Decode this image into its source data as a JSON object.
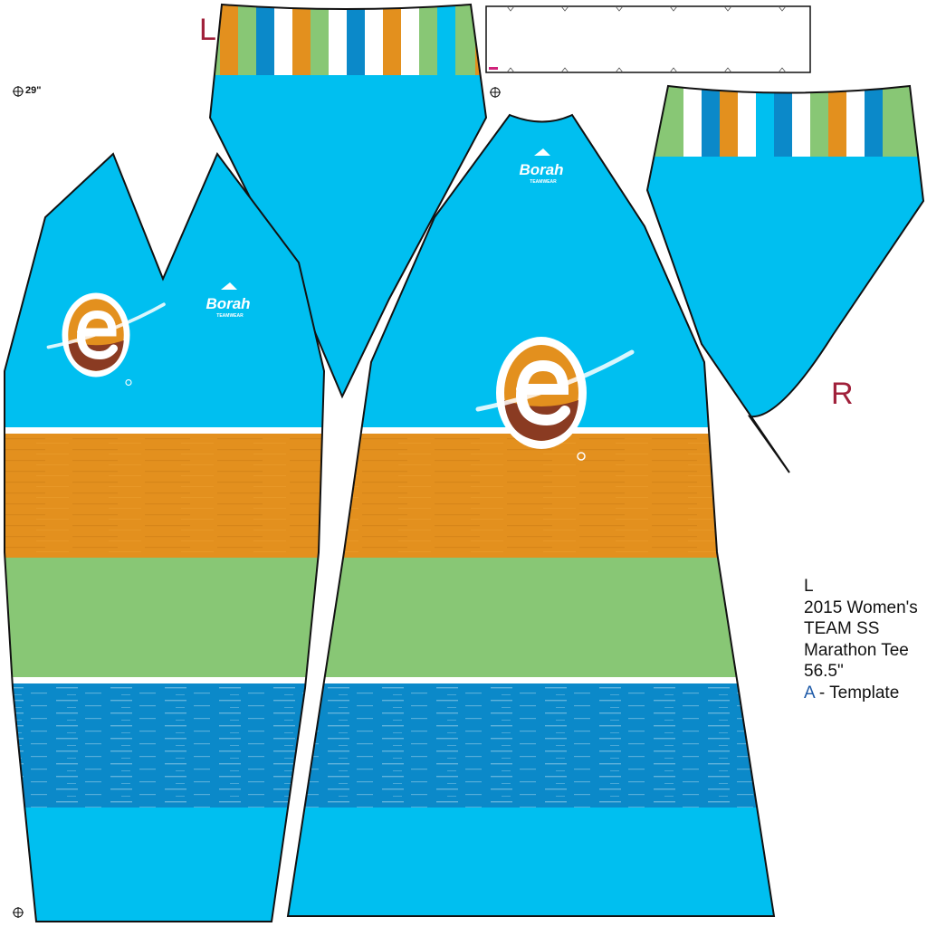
{
  "markers": {
    "left": "L",
    "right": "R"
  },
  "registration": {
    "width_label": "29\""
  },
  "brand": {
    "name": "Borah",
    "sub": "TEAMWEAR"
  },
  "template_info": {
    "size": "L",
    "line1": "2015 Women's",
    "line2": "TEAM SS",
    "line3": "Marathon Tee",
    "line4": "56.5\"",
    "line5_prefix": "A",
    "line5_rest": " - Template"
  },
  "colors": {
    "sky": "#00bff0",
    "orange": "#e3901e",
    "green": "#88c775",
    "blue": "#0b89c9",
    "brown": "#8a3b22",
    "marker_red": "#a0203a",
    "accent_blue": "#1e5aa8"
  },
  "icons": [
    "registration-mark-icon",
    "borah-logo-icon",
    "e-logo-icon"
  ]
}
